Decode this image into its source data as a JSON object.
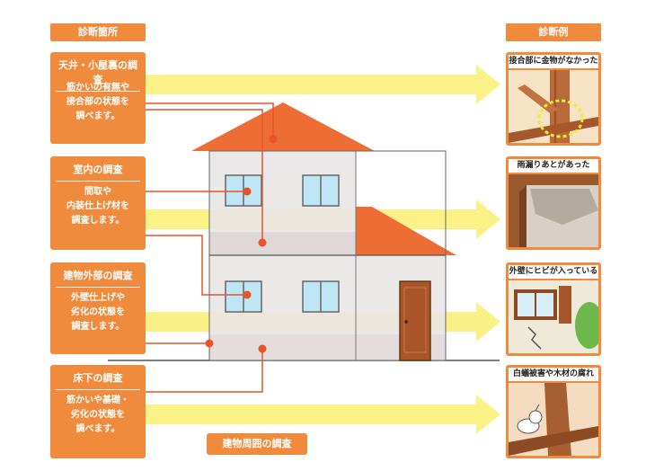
{
  "headers": {
    "left": "診断箇所",
    "right": "診断例"
  },
  "sections": [
    {
      "title": "天井・小屋裏の調査",
      "desc": [
        "筋かいの有無や",
        "接合部の状態を",
        "調べます。"
      ]
    },
    {
      "title": "室内の調査",
      "desc": [
        "間取や",
        "内装仕上げ材を",
        "調査します。"
      ]
    },
    {
      "title": "建物外部の調査",
      "desc": [
        "外壁仕上げや",
        "劣化の状態を",
        "調査します。"
      ]
    },
    {
      "title": "床下の調査",
      "desc": [
        "筋かいや基礎・",
        "劣化の状態を",
        "調べます。"
      ]
    }
  ],
  "outer": "建物周囲の調査",
  "examples": [
    {
      "caption": "接合部に金物がなかった"
    },
    {
      "caption": "雨漏りあとがあった"
    },
    {
      "caption": "外壁にヒビが入っている"
    },
    {
      "caption": "白蟻被害や木材の腐れ"
    }
  ],
  "colors": {
    "accent": "#f08a3c",
    "arrow": "#f9ef7a",
    "roof": "#ee6d34",
    "wall": "#e9e5e5",
    "line": "#e8542a"
  }
}
